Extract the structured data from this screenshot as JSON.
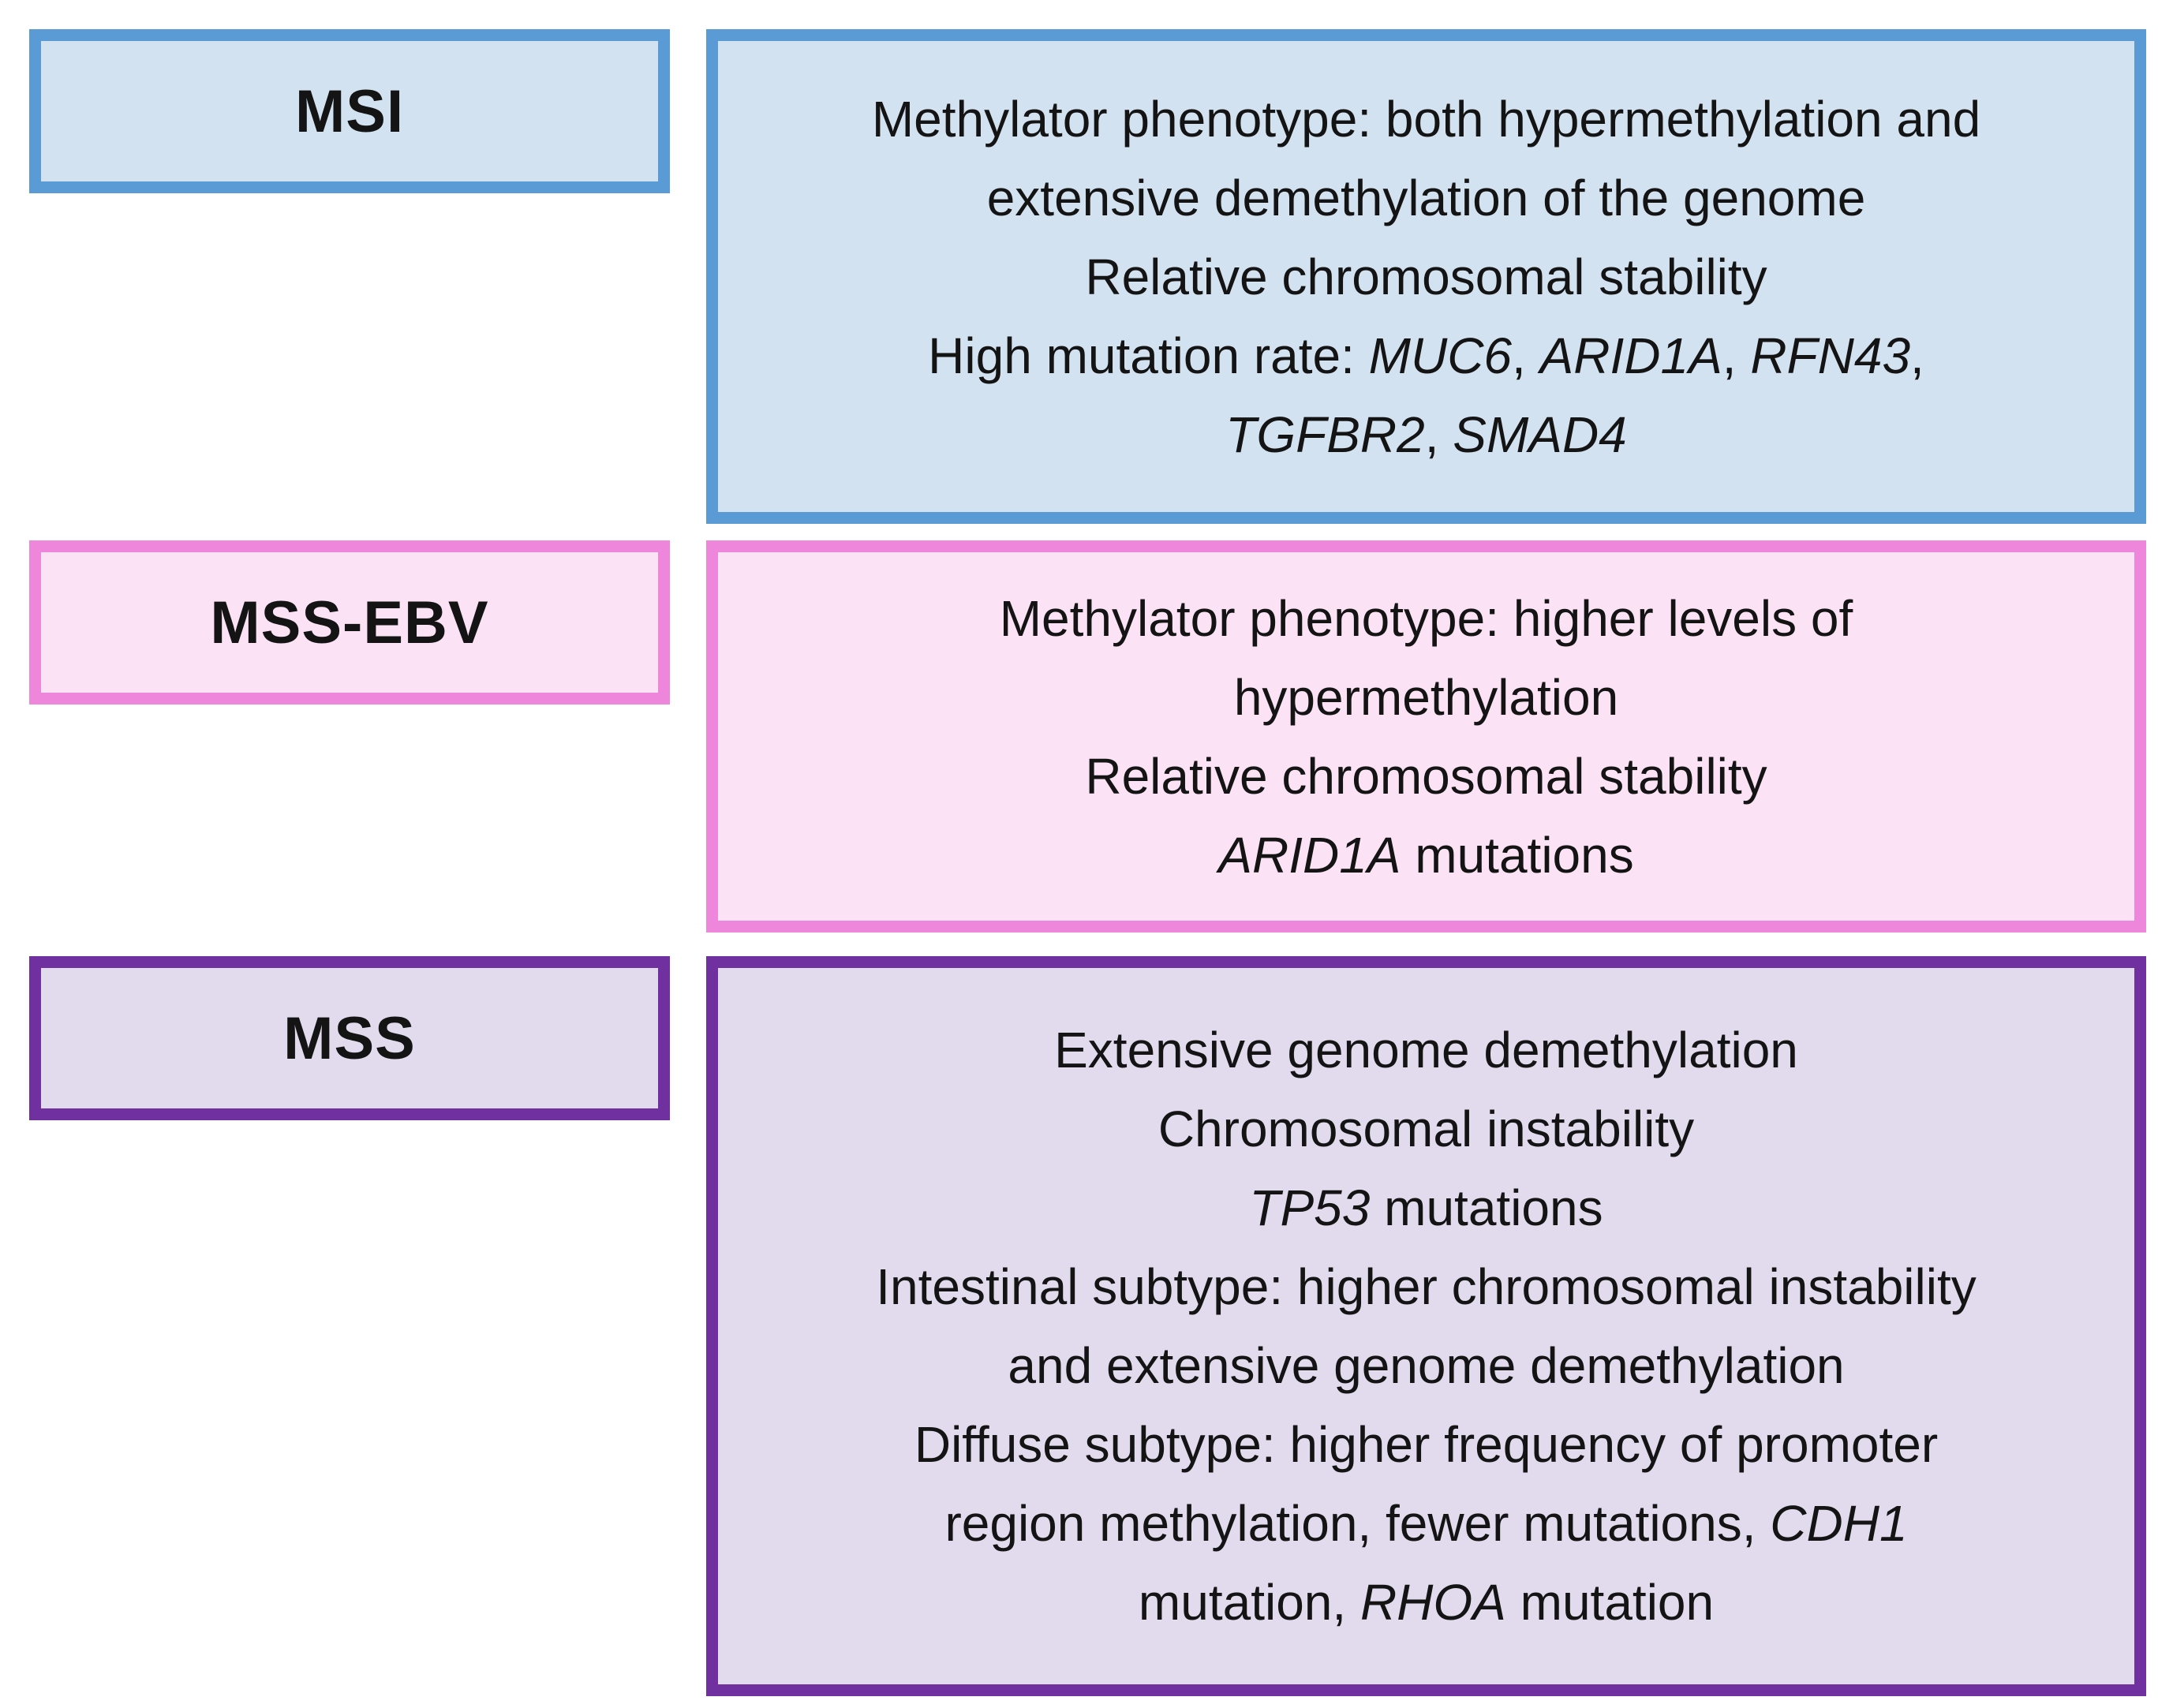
{
  "figure": {
    "rows": [
      {
        "key": "msi",
        "label": "MSI",
        "border_color": "#5b9bd5",
        "fill_color": "#d3e2f1",
        "lines": [
          [
            {
              "t": "Methylator phenotype: both hypermethylation and"
            }
          ],
          [
            {
              "t": "extensive demethylation of the genome"
            }
          ],
          [
            {
              "t": "Relative chromosomal stability"
            }
          ],
          [
            {
              "t": "High mutation rate: "
            },
            {
              "t": "MUC6",
              "i": true
            },
            {
              "t": ", "
            },
            {
              "t": "ARID1A",
              "i": true
            },
            {
              "t": ", "
            },
            {
              "t": "RFN43",
              "i": true
            },
            {
              "t": ","
            }
          ],
          [
            {
              "t": "TGFBR2",
              "i": true
            },
            {
              "t": ", "
            },
            {
              "t": "SMAD4",
              "i": true
            }
          ]
        ]
      },
      {
        "key": "mss-ebv",
        "label": "MSS-EBV",
        "border_color": "#ee86db",
        "fill_color": "#fbe2f5",
        "lines": [
          [
            {
              "t": "Methylator phenotype: higher levels of"
            }
          ],
          [
            {
              "t": "hypermethylation"
            }
          ],
          [
            {
              "t": "Relative chromosomal stability"
            }
          ],
          [
            {
              "t": "ARID1A",
              "i": true
            },
            {
              "t": " mutations"
            }
          ]
        ]
      },
      {
        "key": "mss",
        "label": "MSS",
        "border_color": "#7030a0",
        "fill_color": "#e2daed",
        "lines": [
          [
            {
              "t": "Extensive genome demethylation"
            }
          ],
          [
            {
              "t": "Chromosomal instability"
            }
          ],
          [
            {
              "t": "TP53",
              "i": true
            },
            {
              "t": " mutations"
            }
          ],
          [
            {
              "t": "Intestinal subtype: higher chromosomal instability"
            }
          ],
          [
            {
              "t": "and extensive genome demethylation"
            }
          ],
          [
            {
              "t": "Diffuse subtype: higher frequency of promoter"
            }
          ],
          [
            {
              "t": "region methylation, fewer mutations, "
            },
            {
              "t": "CDH1",
              "i": true
            }
          ],
          [
            {
              "t": "mutation, "
            },
            {
              "t": "RHOA",
              "i": true
            },
            {
              "t": " mutation"
            }
          ]
        ]
      }
    ]
  }
}
